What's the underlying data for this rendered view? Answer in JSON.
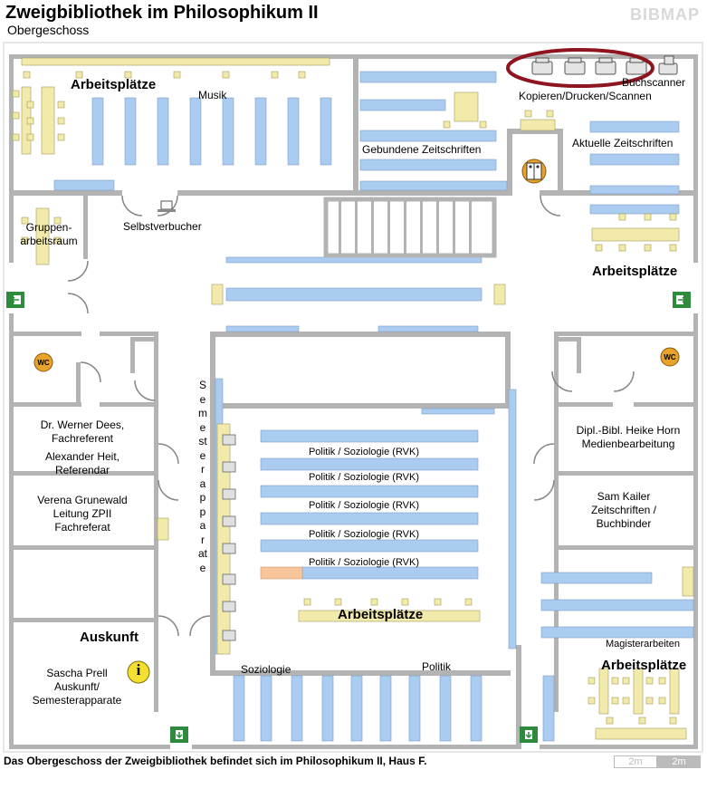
{
  "header": {
    "title": "Zweigbibliothek im Philosophikum II",
    "subtitle": "Obergeschoss",
    "brand": "BIBMAP"
  },
  "footer": {
    "text": "Das Obergeschoss der Zweigbibliothek befindet sich im Philosophikum II, Haus F."
  },
  "scale": [
    "2m",
    "2m"
  ],
  "labels": {
    "arbeitsplaetze": "Arbeitsplätze",
    "musik": "Musik",
    "gruppenraum": "Gruppen-\narbeitsraum",
    "selbstverbucher": "Selbstverbucher",
    "gebundene": "Gebundene Zeitschriften",
    "aktuelle": "Aktuelle Zeitschriften",
    "kopieren": "Kopieren/Drucken/Scannen",
    "buchscanner": "Buchscanner",
    "dees": "Dr. Werner Dees,\nFachreferent",
    "heit": "Alexander Heit,\nReferendar",
    "grunewald": "Verena Grunewald\nLeitung ZPII\nFachreferat",
    "auskunft": "Auskunft",
    "prell": "Sascha Prell\nAuskunft/\nSemesterapparate",
    "semesterapparate": "Semesterapparate",
    "politik_rvk": "Politik / Soziologie (RVK)",
    "soziologie": "Soziologie",
    "politik": "Politik",
    "horn": "Dipl.-Bibl. Heike Horn\nMedienbearbeitung",
    "kailer": "Sam Kailer\nZeitschriften /\nBuchbinder",
    "magister": "Magisterarbeiten",
    "wc": "WC",
    "info": "i"
  },
  "colors": {
    "wall": "#b3b3b3",
    "shelf": "#a9ccf0",
    "desk": "#f2eaaa",
    "highlight_shelf": "#f8c49a",
    "circle": "#8e1420",
    "exit": "#2e8b3e",
    "wc": "#e8a32a"
  }
}
